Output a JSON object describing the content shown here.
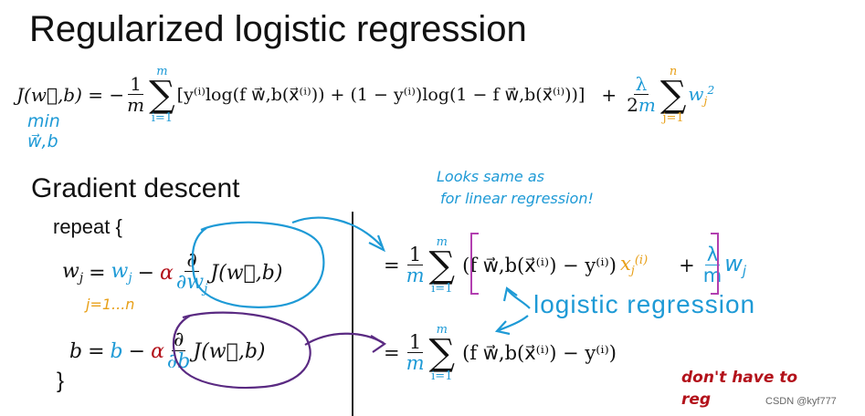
{
  "title": "Regularized logistic regression",
  "cost": {
    "lhs": "J(w⃗,b) = −",
    "frac_num": "1",
    "frac_den": "m",
    "sum_upper": "m",
    "sum_lower": "i=1",
    "bracket_body": "[y⁽ⁱ⁾log(f w⃗,b(x⃗⁽ⁱ⁾)) + (1 − y⁽ⁱ⁾)log(1 − f w⃗,b(x⃗⁽ⁱ⁾))]",
    "plus": "+",
    "lambda": "λ",
    "two": "2",
    "m": "m",
    "reg_upper": "n",
    "reg_lower": "j=1",
    "reg_term": "w",
    "reg_sub": "j",
    "reg_sup": "2"
  },
  "min_note": {
    "line1": "min",
    "line2": "w⃗,b"
  },
  "gd_heading": "Gradient descent",
  "repeat": "repeat {",
  "close_brace": "}",
  "w_update": {
    "lhs": "w",
    "lhs_sub": "j",
    "eq": "=",
    "w": "w",
    "w_sub": "j",
    "minus": "−",
    "alpha": "α",
    "partial": "∂",
    "d_den": "∂w",
    "d_den_sub": "j",
    "J": "J(w⃗,b)"
  },
  "j_range": "j=1...n",
  "b_update": {
    "lhs": "b",
    "eq": "=",
    "b": "b",
    "minus": "−",
    "alpha": "α",
    "partial": "∂",
    "d_den": "∂b",
    "J": "J(w⃗,b)"
  },
  "looks_same": {
    "line1": "Looks same as",
    "line2": "for linear regression!"
  },
  "deriv_w": {
    "eq": "=",
    "frac_num": "1",
    "frac_den": "m",
    "sum_upper": "m",
    "sum_lower": "i=1",
    "body": "(f w⃗,b(x⃗⁽ⁱ⁾) − y⁽ⁱ⁾)",
    "x": "x",
    "x_sub": "j",
    "x_sup": "(i)",
    "plus": "+",
    "lambda": "λ",
    "m": "m",
    "wj": "w",
    "wj_sub": "j"
  },
  "logistic_label": "logistic regression",
  "deriv_b": {
    "eq": "=",
    "frac_num": "1",
    "frac_den": "m",
    "sum_upper": "m",
    "sum_lower": "i=1",
    "body": "(f w⃗,b(x⃗⁽ⁱ⁾) − y⁽ⁱ⁾)"
  },
  "dont_note": {
    "line1": "don't have to",
    "line2": "reg"
  },
  "watermark": "CSDN @kyf777"
}
